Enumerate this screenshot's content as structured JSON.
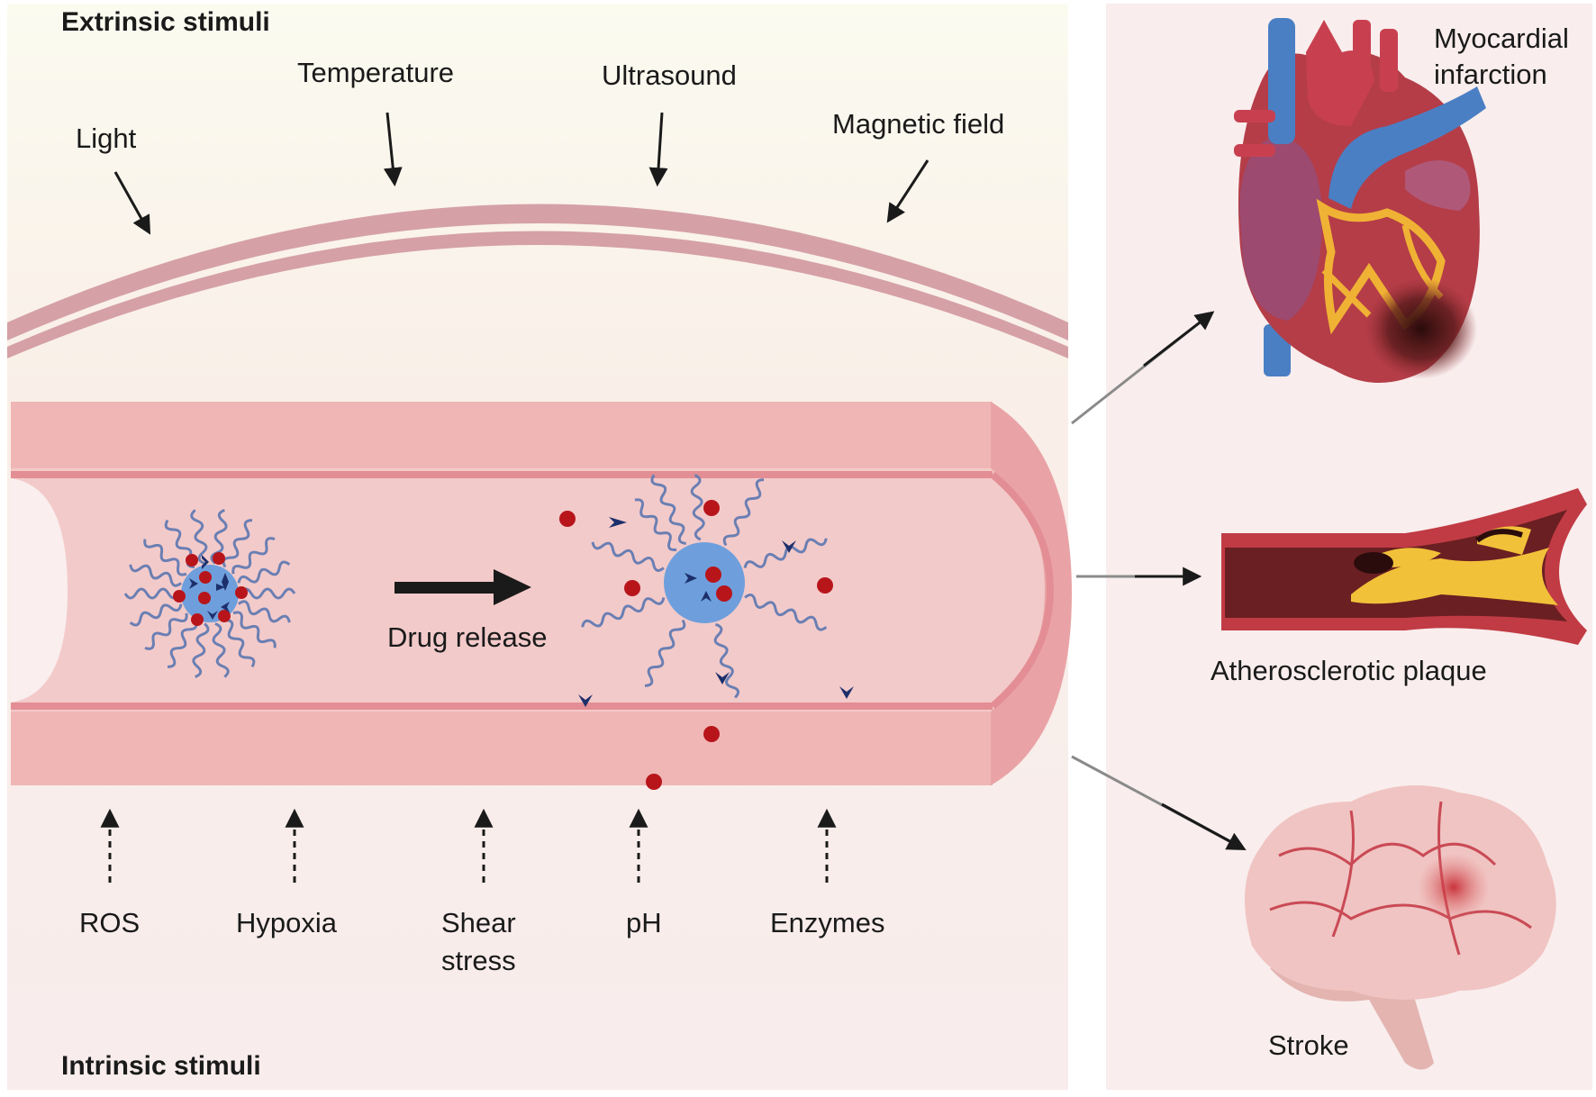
{
  "extrinsic": {
    "title": "Extrinsic stimuli",
    "items": [
      "Light",
      "Temperature",
      "Ultrasound",
      "Magnetic field"
    ]
  },
  "intrinsic": {
    "title": "Intrinsic stimuli",
    "items": [
      [
        "ROS"
      ],
      [
        "Hypoxia"
      ],
      [
        "Shear",
        "stress"
      ],
      [
        "pH"
      ],
      [
        "Enzymes"
      ]
    ]
  },
  "process_label": "Drug release",
  "outcomes": {
    "mi": [
      "Myocardial",
      "infarction"
    ],
    "plaque": "Atherosclerotic plaque",
    "stroke": "Stroke"
  },
  "colors": {
    "left_panel_top": "#fbfbf1",
    "left_panel_bottom": "#f8ecec",
    "right_panel": "#f9eded",
    "vessel": "#f0b6b6",
    "lumen": "#f2c6c6",
    "drug": "#b8151b",
    "micelle_core": "#6e9fdc",
    "polymer": "#6a7fb3",
    "payload": "#1d2f6b"
  },
  "icons": [
    "heart-icon",
    "artery-plaque-icon",
    "brain-icon"
  ]
}
